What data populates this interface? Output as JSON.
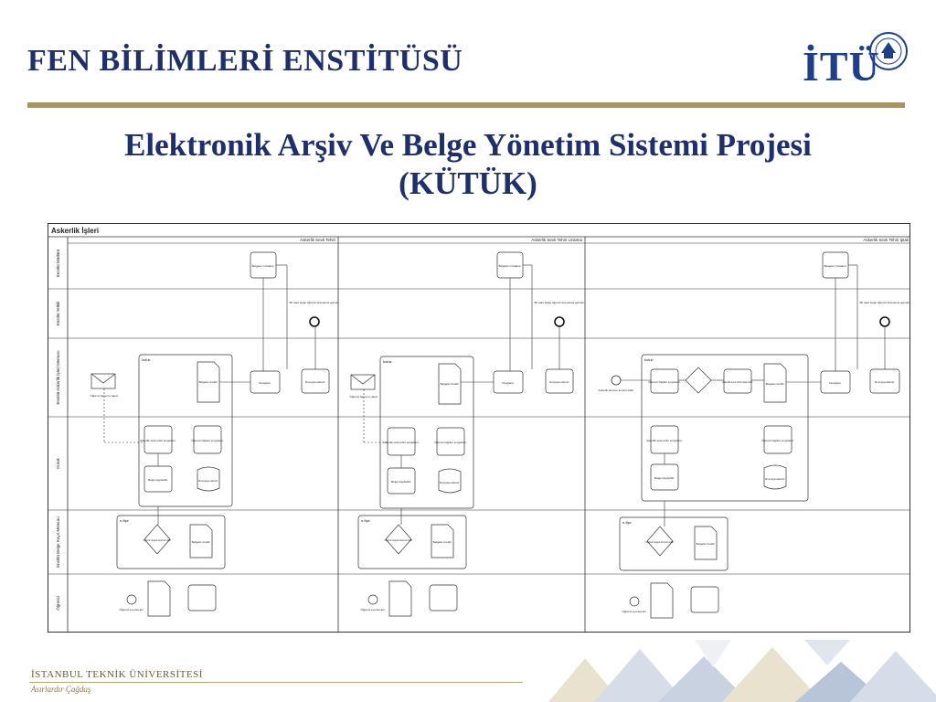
{
  "header": {
    "institute": "FEN BİLİMLERİ ENSTİTÜSÜ",
    "logo_text": "İTÜ"
  },
  "slide": {
    "title_line1": "Elektronik Arşiv Ve Belge Yönetim Sistemi Projesi",
    "title_line2": "(KÜTÜK)"
  },
  "diagram": {
    "pool_title": "Askerlik İşleri",
    "sections": [
      "Askerlik Sevk Tehiri",
      "Askerlik Sevk Tehiri Uzatma",
      "Askerlik Sevk Tehiri İptali"
    ],
    "lanes": [
      "Enstitü Müdürü",
      "Enstitü Yetkili",
      "Enstitü Askerlik İşleri Memuru",
      "Kutuk",
      "Enstitü Belge Kayıt Memuru",
      "Öğrenci"
    ],
    "subprocess_labels": {
      "kutuk": "kutuk",
      "efise": "e-fişe"
    },
    "task_labels": {
      "imza": "Belgeler imzalanır.",
      "final_event": "Bir adet belge öğrenci dosyasına gelmeli.",
      "ogrenci_gelir": "Öğrenci bilgileri sorgulanır.",
      "sorgula": "Askerlik sevk tehiri sorgulanır.",
      "onay": "Onaylanır.",
      "belge_uret": "Belgeler üretilir.",
      "kaydet": "Belge kaydedilir.",
      "dosya": "Dosyaya eklenir.",
      "basvuru": "Öğrenci başvuru yapar.",
      "eposta": "Öğrenci e-posta alır.",
      "sevk_iptal": "Askerlik sevk tehiri iptal edilir."
    },
    "gateway_label": "Öğrenci kaydı kontrol edilir.",
    "start_label": "Askerlik durumu kontrol edilir."
  },
  "footer": {
    "university": "İSTANBUL TEKNİK ÜNİVERSİTESİ",
    "slogan": "Asırlardır Çağdaş"
  },
  "colors": {
    "title": "#1f2f6b",
    "rule": "#a89462",
    "logo": "#1f3f8a"
  }
}
